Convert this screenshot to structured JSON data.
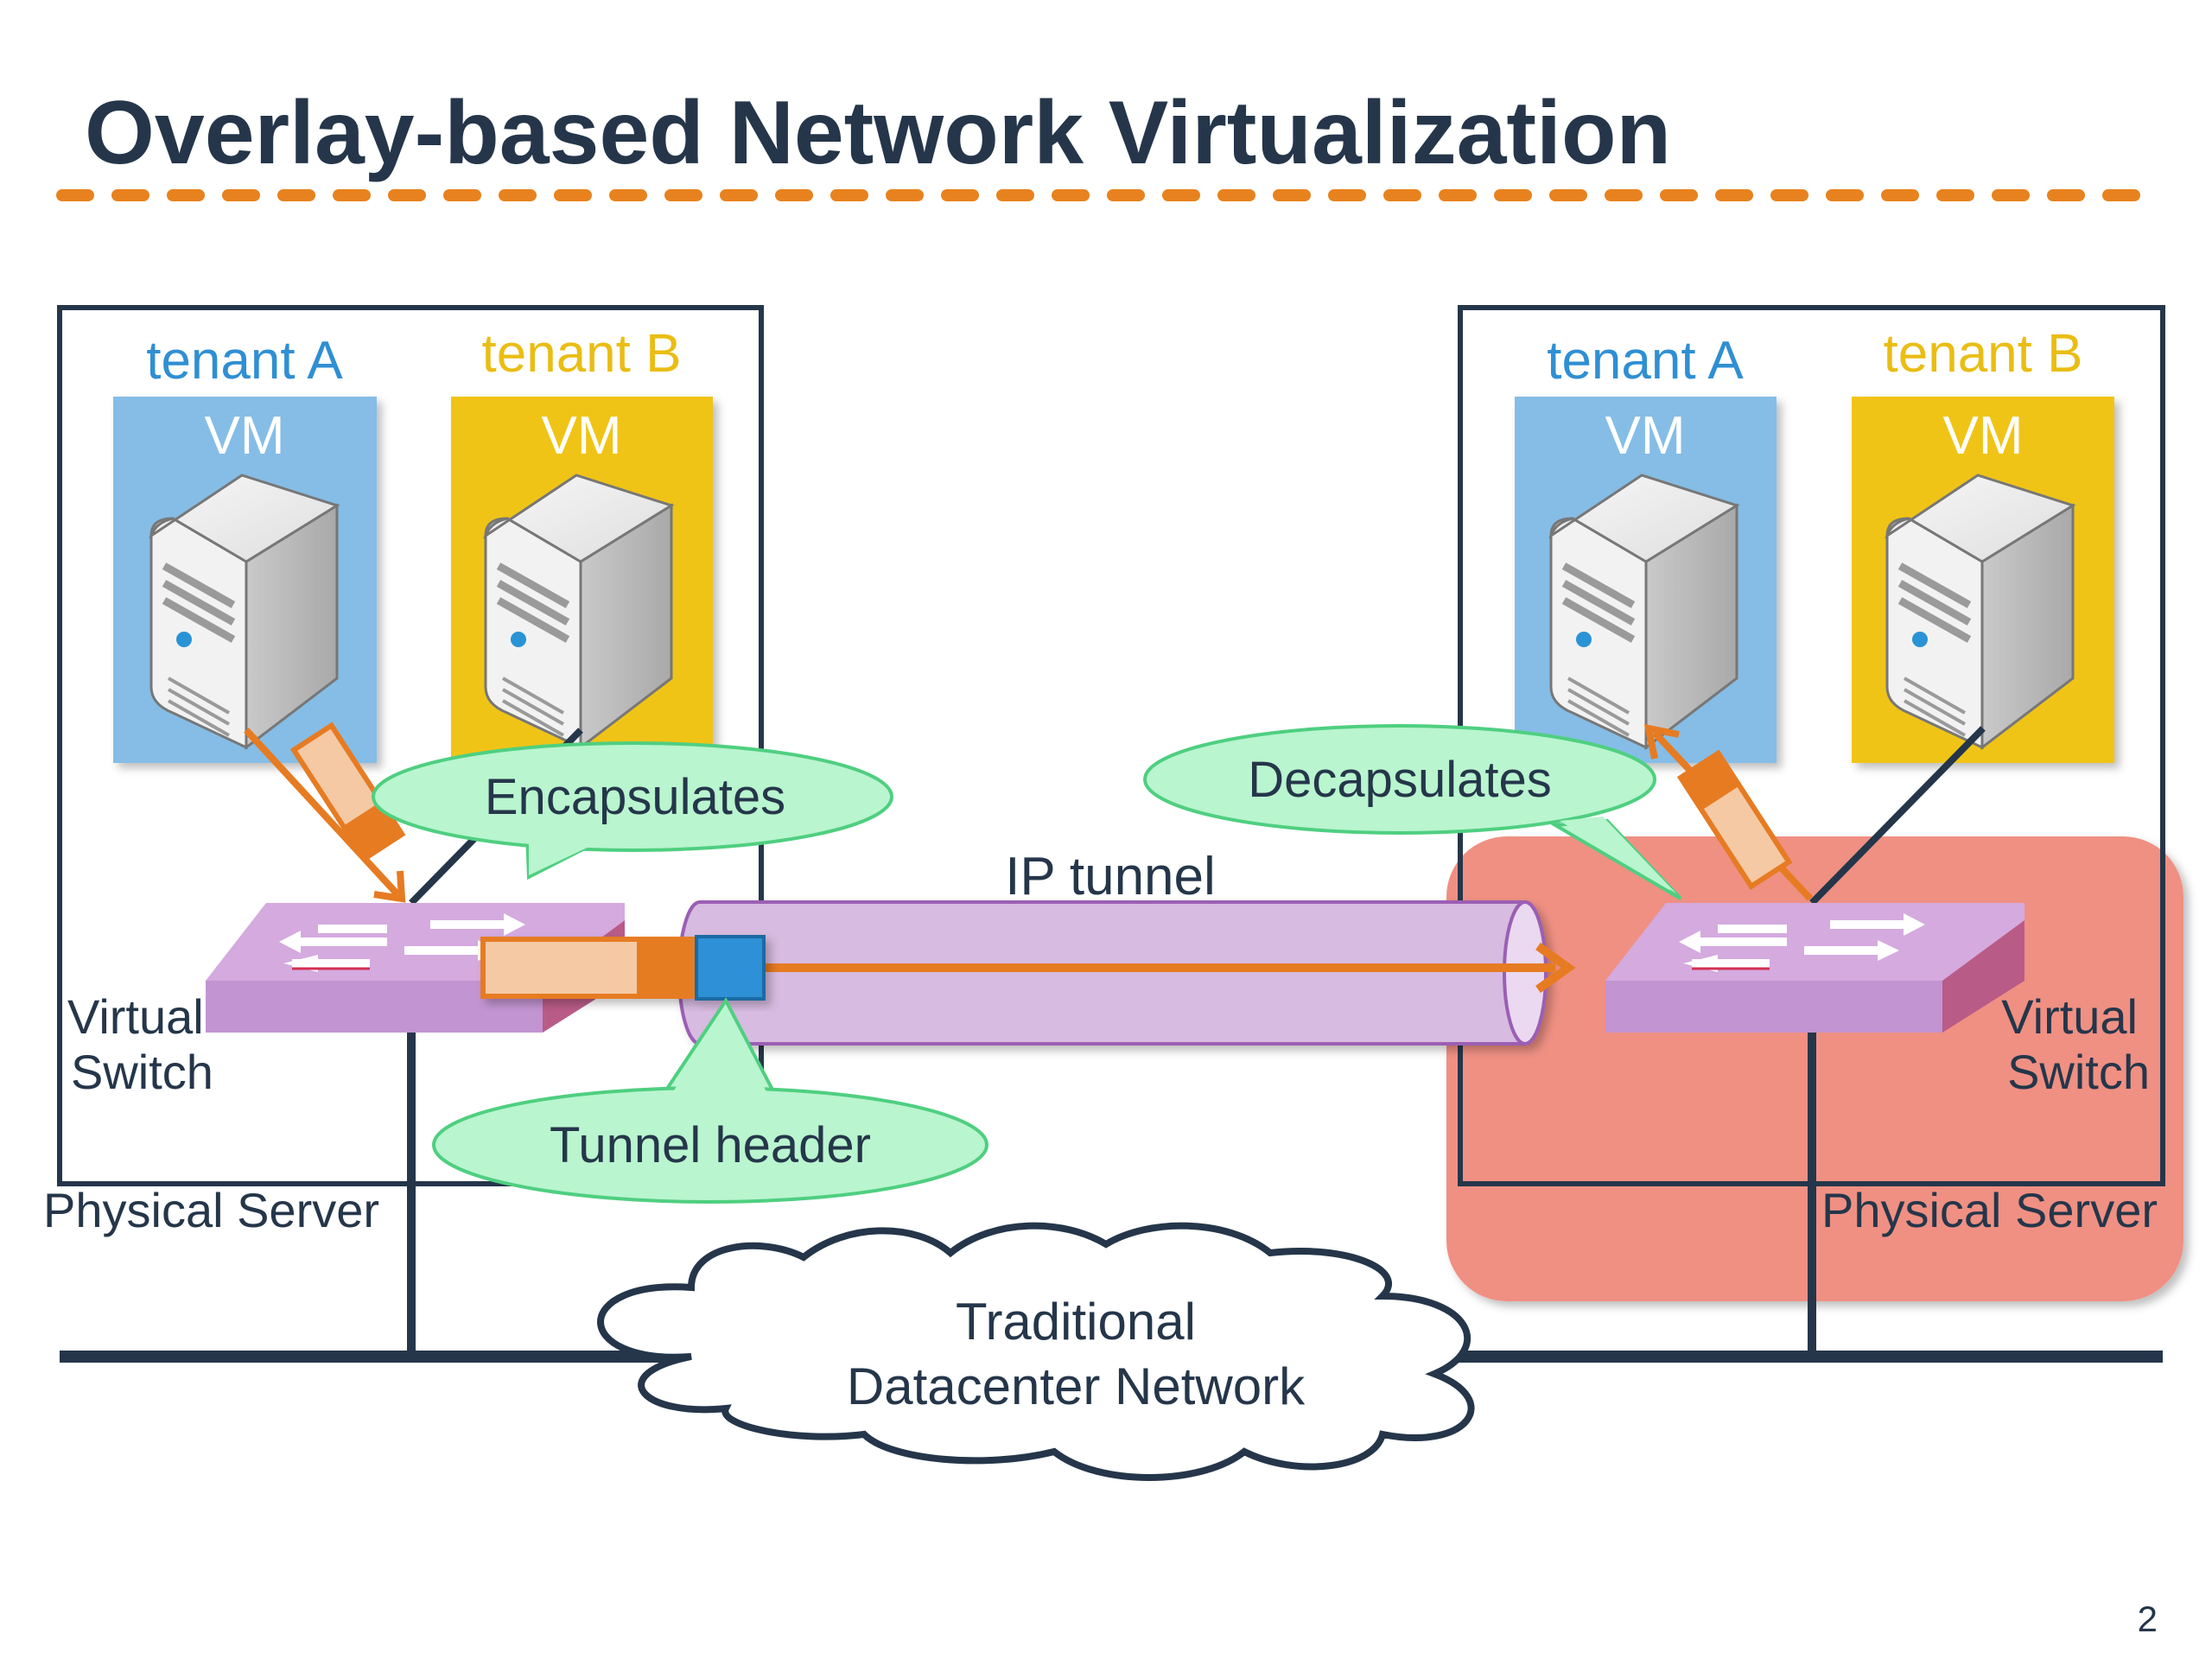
{
  "title": "Overlay-based Network Virtualization",
  "page_number": "2",
  "colors": {
    "title": "#25364a",
    "accent_dash": "#e8821e",
    "tenant_a": "#2f8fd3",
    "tenant_a_fill": "#85bde6",
    "tenant_b": "#eabd14",
    "tenant_b_fill": "#f0c412",
    "highlight": "#ef9083",
    "callout_fill": "#b9f5cf",
    "tunnel_fill": "#d7bbe0",
    "switch_fill": "#c496d2",
    "packet_orange": "#e67b22",
    "packet_light": "#f4c9a4",
    "tunnel_header": "#2e90d6"
  },
  "left_server": {
    "label": "Physical Server",
    "switch_label_line1": "Virtual",
    "switch_label_line2": "Switch",
    "tenant_a": {
      "label": "tenant A",
      "vm_label": "VM"
    },
    "tenant_b": {
      "label": "tenant B",
      "vm_label": "VM"
    }
  },
  "right_server": {
    "label": "Physical Server",
    "switch_label_line1": "Virtual",
    "switch_label_line2": "Switch",
    "tenant_a": {
      "label": "tenant A",
      "vm_label": "VM"
    },
    "tenant_b": {
      "label": "tenant B",
      "vm_label": "VM"
    }
  },
  "callouts": {
    "encapsulates": "Encapsulates",
    "decapsulates": "Decapsulates",
    "tunnel_header": "Tunnel header"
  },
  "tunnel_label": "IP tunnel",
  "network": {
    "line1": "Traditional",
    "line2": "Datacenter Network"
  }
}
